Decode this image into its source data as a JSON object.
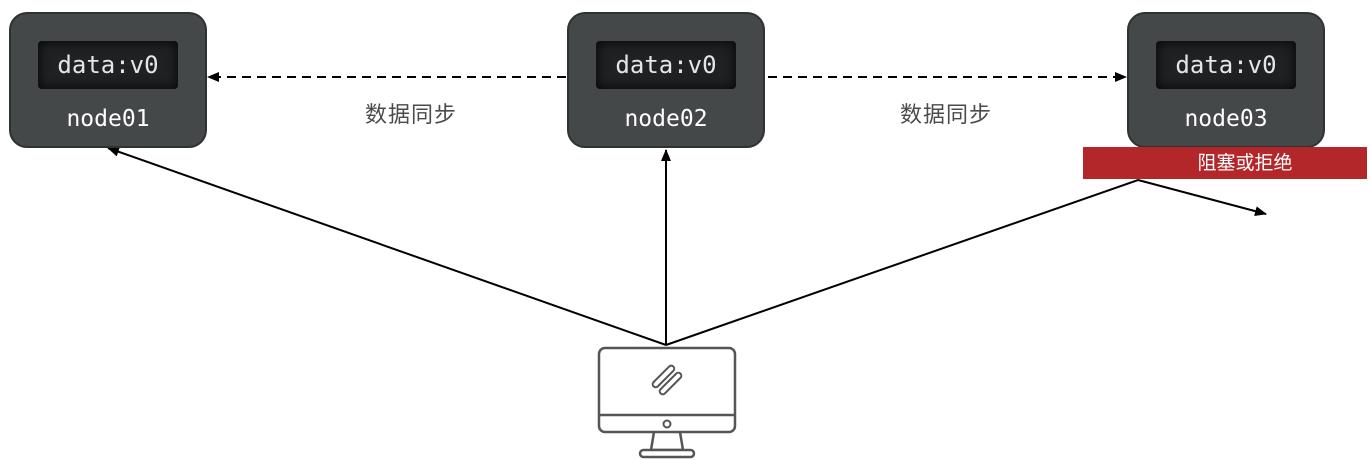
{
  "nodes": [
    {
      "id": "node01",
      "name": "node01",
      "data": "data:v0"
    },
    {
      "id": "node02",
      "name": "node02",
      "data": "data:v0"
    },
    {
      "id": "node03",
      "name": "node03",
      "data": "data:v0"
    }
  ],
  "sync_labels": [
    "数据同步",
    "数据同步"
  ],
  "blocked_label": "阻塞或拒绝",
  "icons": {
    "client": "desktop-monitor-icon"
  },
  "colors": {
    "node_bg": "#454849",
    "node_data_bg": "#1f2122",
    "blocked_badge": "#b3262a",
    "arrow": "#000000"
  }
}
